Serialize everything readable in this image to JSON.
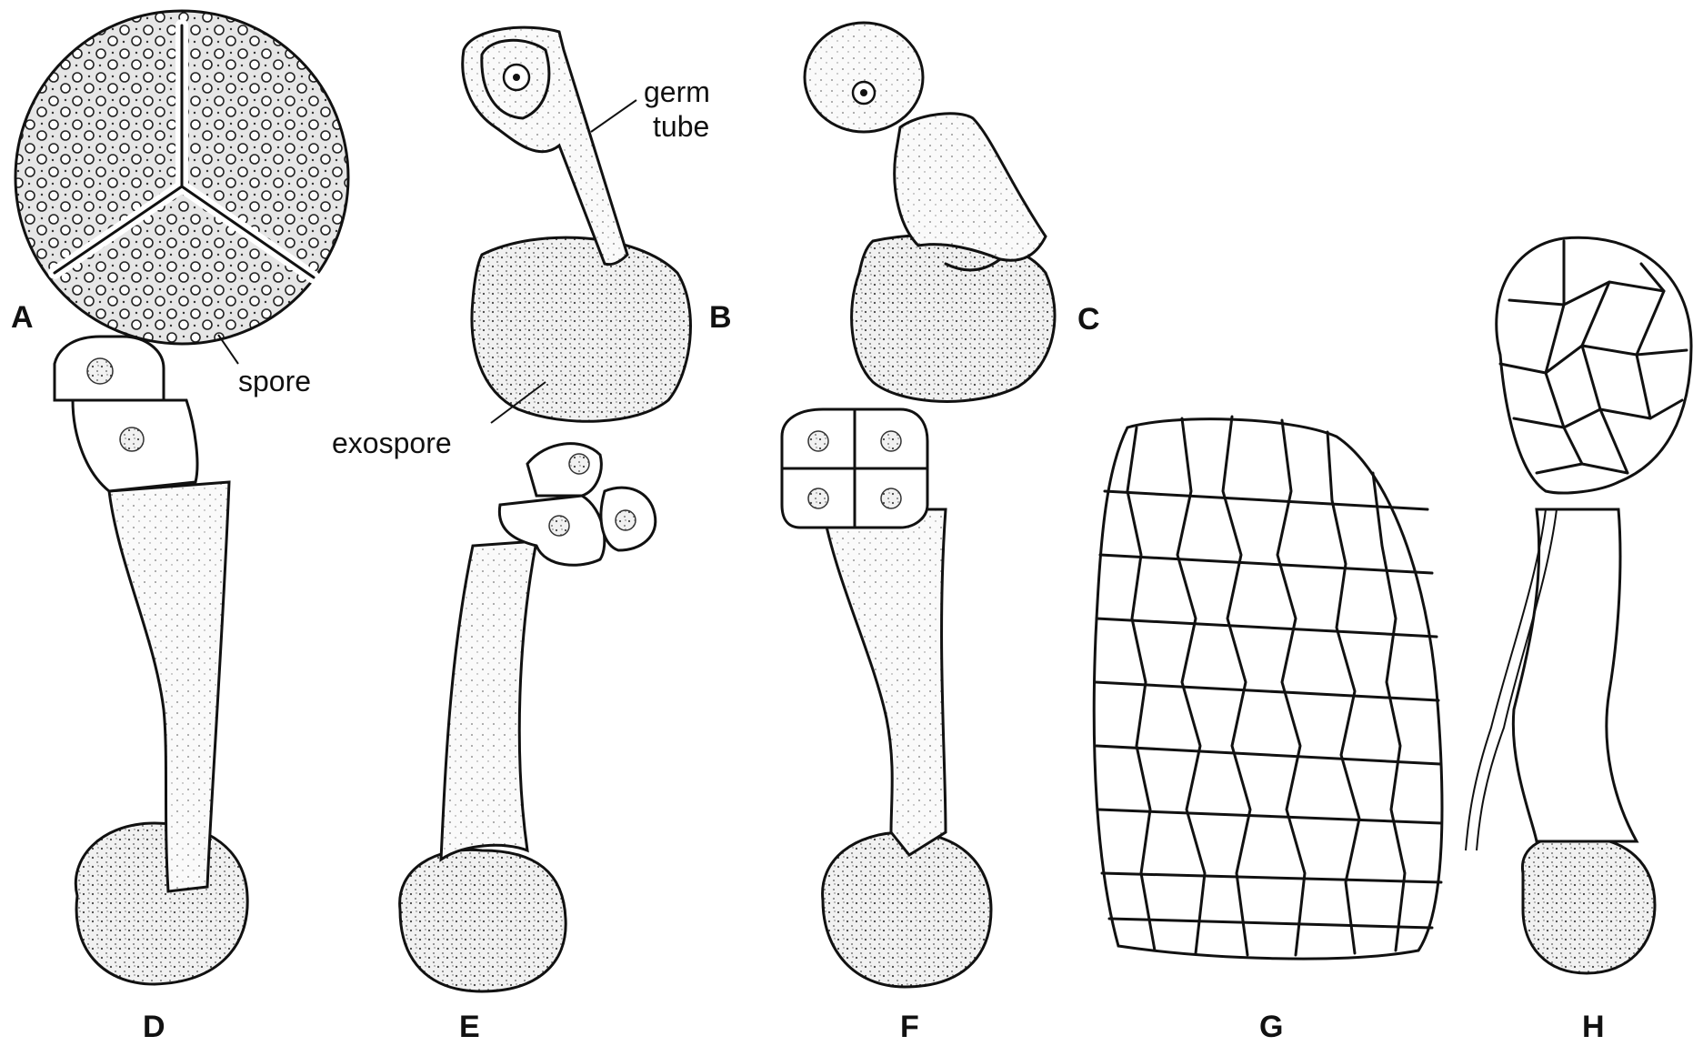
{
  "panels": {
    "a": "A",
    "b": "B",
    "c": "C",
    "d": "D",
    "e": "E",
    "f": "F",
    "g": "G",
    "h": "H"
  },
  "callouts": {
    "germ_line1": "germ",
    "germ_line2": "tube",
    "spore": "spore",
    "exospore": "exospore"
  },
  "colors": {
    "ink": "#111111",
    "background": "#ffffff",
    "stipple_fill": "#d9d9d9"
  }
}
